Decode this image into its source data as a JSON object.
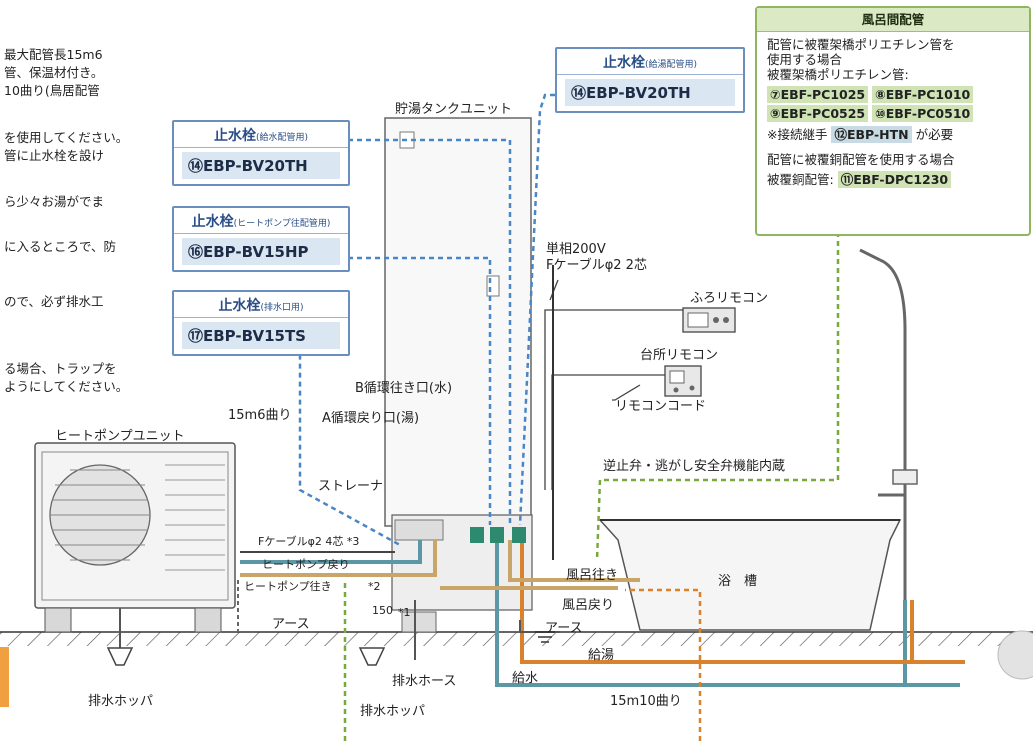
{
  "notes": [
    "最大配管長15m6",
    "管、保温材付き。",
    "10曲り(鳥居配管",
    "を使用してください。",
    "管に止水栓を設け",
    "ら少々お湯がでま",
    "に入るところで、防",
    "ので、必ず排水工",
    "る場合、トラップを",
    "ようにしてください。"
  ],
  "valves": {
    "supply": {
      "title": "止水栓",
      "sub": "(給水配管用)",
      "part": "⑭EBP-BV20TH"
    },
    "hotwater": {
      "title": "止水栓",
      "sub": "(給湯配管用)",
      "part": "⑭EBP-BV20TH"
    },
    "heatpump": {
      "title": "止水栓",
      "sub": "(ヒートポンプ往配管用)",
      "part": "⑯EBP-BV15HP"
    },
    "drain": {
      "title": "止水栓",
      "sub": "(排水口用)",
      "part": "⑰EBP-BV15TS"
    }
  },
  "bath_piping": {
    "title": "風呂間配管",
    "line1": "配管に被覆架橋ポリエチレン管を",
    "line2": "使用する場合",
    "line3": "被覆架橋ポリエチレン管:",
    "chip1": "⑦EBF-PC1025",
    "chip2": "⑧EBF-PC1010",
    "chip3": "⑨EBF-PC0525",
    "chip4": "⑩EBF-PC0510",
    "joint_prefix": "※接続継手",
    "joint_chip": "⑫EBP-HTN",
    "joint_suffix": "が必要",
    "line4": "配管に被覆銅配管を使用する場合",
    "copper_prefix": "被覆銅配管:",
    "copper_chip": "⑪EBF-DPC1230"
  },
  "labels": {
    "tank_unit": "貯湯タンクユニット",
    "heat_pump_unit": "ヒートポンプユニット",
    "power": "単相200V",
    "cable": "Fケーブルφ2  2芯",
    "bath_remote": "ふろリモコン",
    "kitchen_remote": "台所リモコン",
    "remote_cord": "リモコンコード",
    "check_valve": "逆止弁・逃がし安全弁機能内蔵",
    "b_port": "B循環往き口(水)",
    "a_port": "A循環戻り口(湯)",
    "hp_15m6": "15m6曲り",
    "strainer": "ストレーナ",
    "f_cable4": "Fケーブルφ2 4芯 *3",
    "hp_return": "ヒートポンプ戻り",
    "hp_supply": "ヒートポンプ往き",
    "star2": "*2",
    "star1": "*1",
    "dim_150": "150",
    "earth_left": "アース",
    "earth_right": "アース",
    "bath_go": "風呂往き",
    "bath_return": "風呂戻り",
    "bathtub": "浴　槽",
    "hot_supply": "給湯",
    "water_supply": "給水",
    "drain_hose": "排水ホース",
    "drain_hopper_left": "排水ホッパ",
    "drain_hopper_mid": "排水ホッパ",
    "bath_15m10": "15m10曲り"
  },
  "colors": {
    "blue_pipe": "#4a86c6",
    "orange_pipe": "#d9822b",
    "green_pipe": "#79a83f",
    "teal_pipe": "#5b97a4"
  }
}
